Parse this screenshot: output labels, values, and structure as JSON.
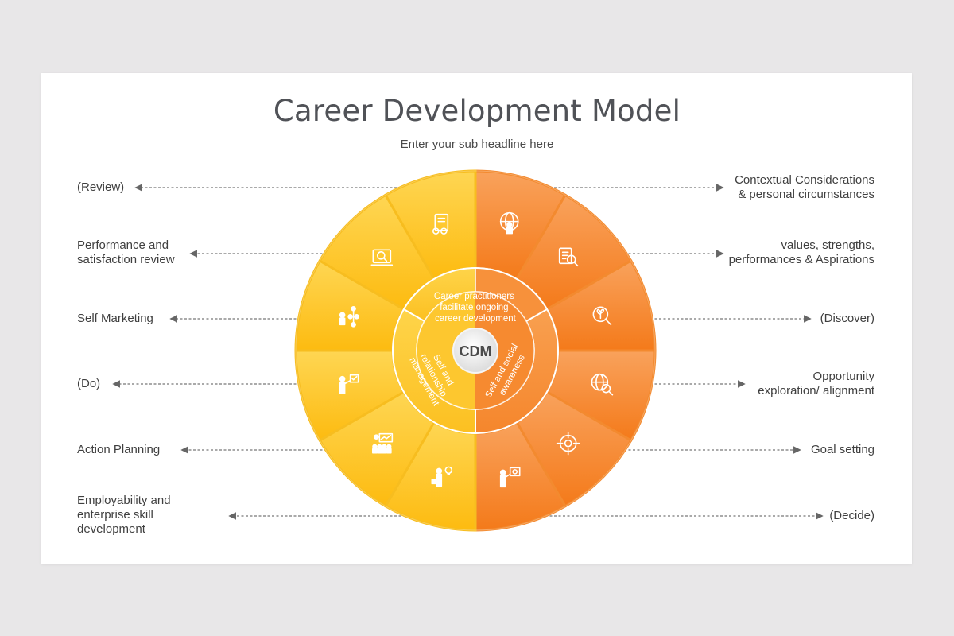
{
  "title": "Career Development Model",
  "subtitle": "Enter your sub headline here",
  "center": "CDM",
  "ring": {
    "top": "Career practitioners facilitate ongoing career development",
    "left": "Self and relationship management",
    "right": "Self and social awareness"
  },
  "left_labels": [
    "(Review)",
    "Performance and\nsatisfaction review",
    "Self Marketing",
    "(Do)",
    "Action Planning",
    "Employability and\nenterprise skill\ndevelopment"
  ],
  "right_labels": [
    "Contextual Considerations\n& personal circumstances",
    "values, strengths,\nperformances & Aspirations",
    "(Discover)",
    "Opportunity\nexploration/ alignment",
    "Goal setting",
    "(Decide)"
  ],
  "icons": {
    "left": [
      "document-glasses-icon",
      "laptop-search-icon",
      "team-hierarchy-icon",
      "presenter-checklist-icon",
      "audience-presentation-icon",
      "businessman-idea-icon"
    ],
    "right": [
      "globe-person-icon",
      "document-magnifier-icon",
      "magnifier-plant-icon",
      "globe-search-icon",
      "target-icon",
      "presenter-gear-icon"
    ]
  },
  "colors": {
    "yellow": "#fdc31a",
    "yellow_light": "#fed653",
    "orange": "#f7862a",
    "orange_light": "#f9a25c",
    "text": "#3f3f3f",
    "background": "#e8e7e8"
  }
}
